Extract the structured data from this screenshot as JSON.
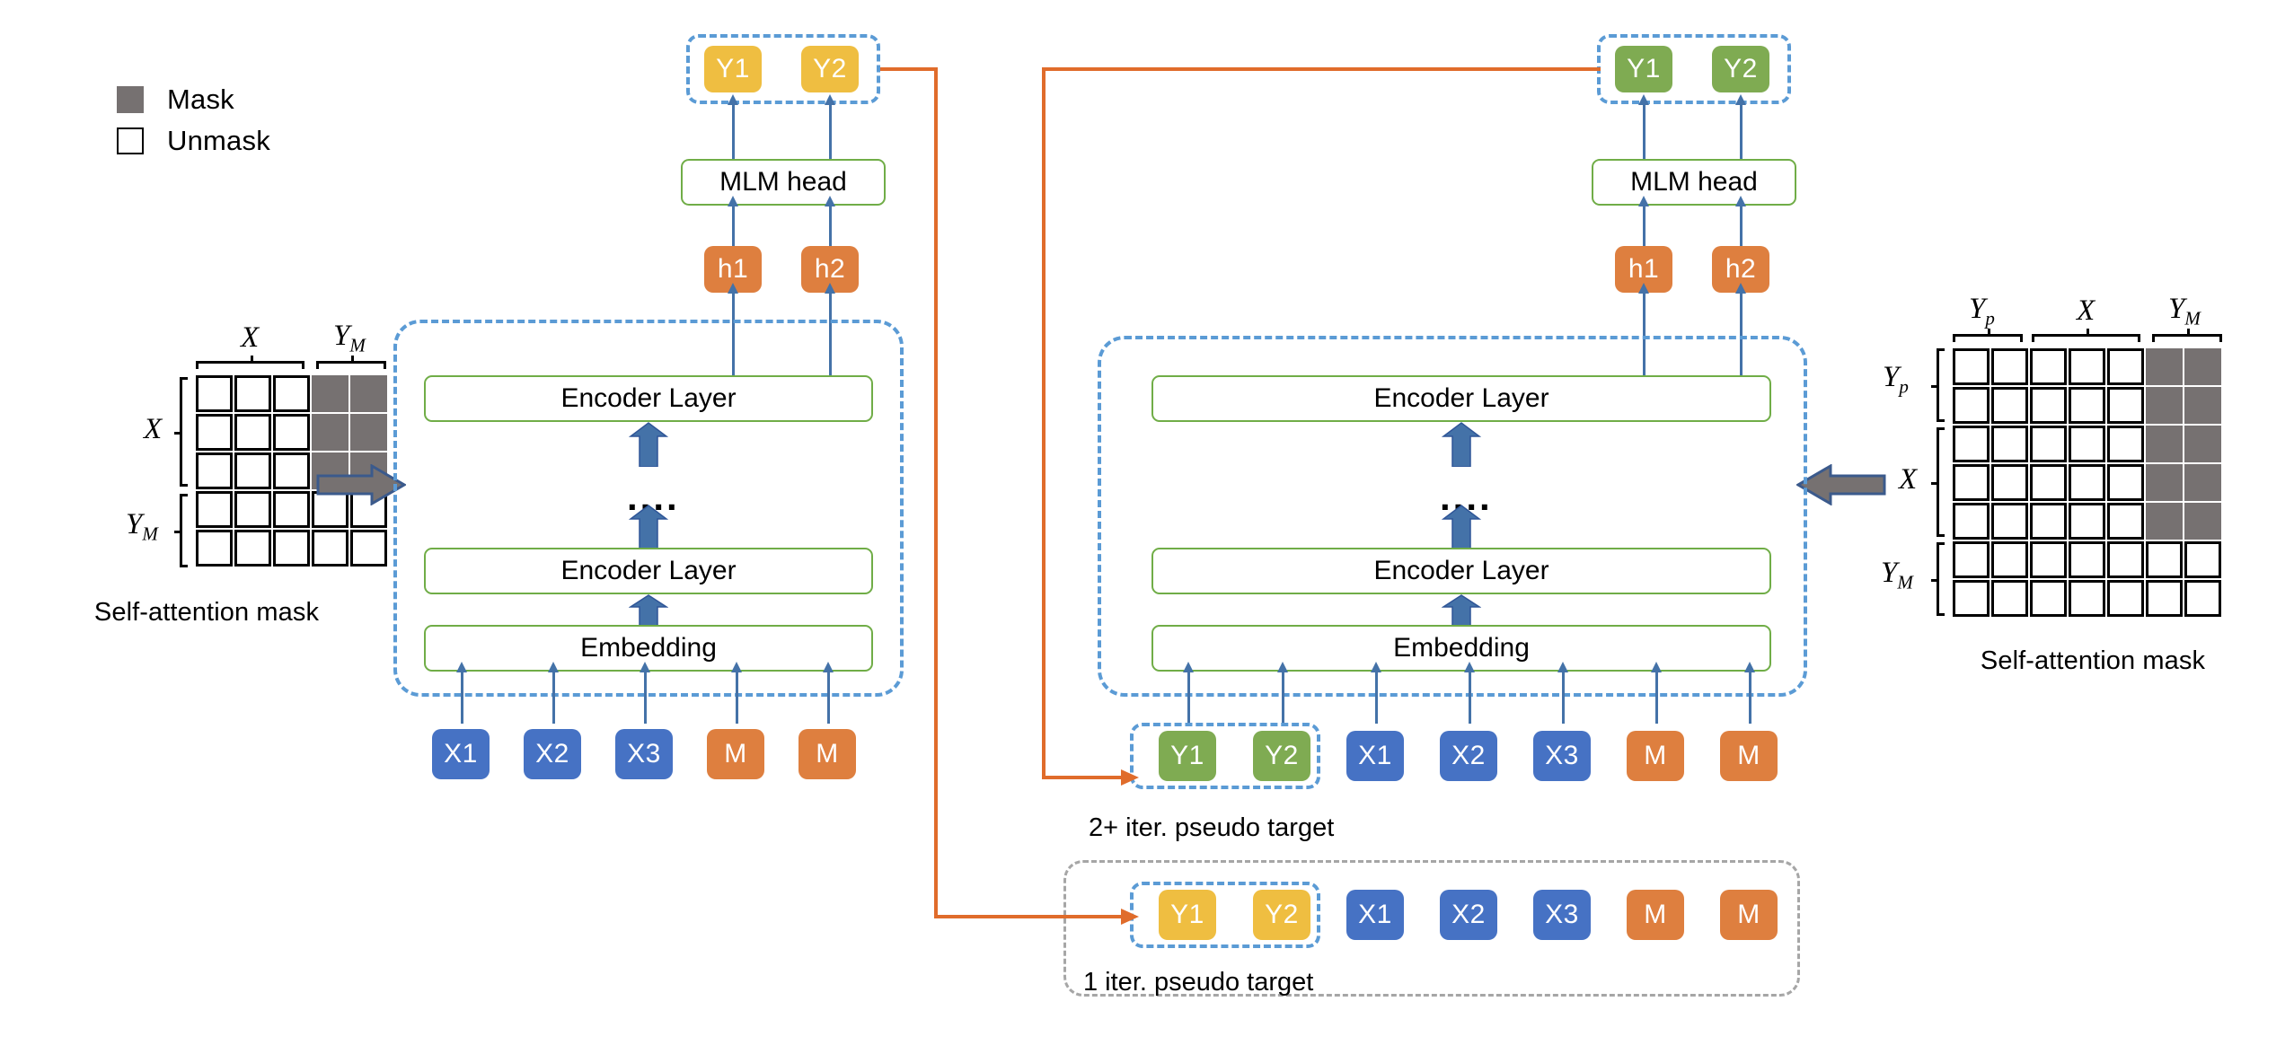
{
  "legend": {
    "items": [
      {
        "label": "Mask",
        "swatch": "filled-gray",
        "color": "#767171"
      },
      {
        "label": "Unmask",
        "swatch": "outlined-white",
        "color": "#FFFFFF"
      }
    ]
  },
  "colors": {
    "mask_gray": "#767171",
    "token_blue": "#4672C4",
    "token_orange": "#DE7F3F",
    "token_yellow": "#EFBE41",
    "token_green": "#7FAB52",
    "dashed_blue": "#5B9BD5",
    "box_green_border": "#70AD47",
    "connector_orange": "#E06C2B",
    "arrow_blue": "#4472A8",
    "dashed_gray": "#A6A6A6"
  },
  "left_mask": {
    "caption": "Self-attention mask",
    "col_groups": [
      {
        "label": "X",
        "span": 3
      },
      {
        "label": "Y_M",
        "span": 2
      }
    ],
    "row_groups": [
      {
        "label": "X",
        "span": 3
      },
      {
        "label": "Y_M",
        "span": 2
      }
    ],
    "rows": 5,
    "cols": 5,
    "cells": [
      [
        "u",
        "u",
        "u",
        "m",
        "m"
      ],
      [
        "u",
        "u",
        "u",
        "m",
        "m"
      ],
      [
        "u",
        "u",
        "u",
        "m",
        "m"
      ],
      [
        "u",
        "u",
        "u",
        "u",
        "u"
      ],
      [
        "u",
        "u",
        "u",
        "u",
        "u"
      ]
    ]
  },
  "right_mask": {
    "caption": "Self-attention mask",
    "col_groups": [
      {
        "label": "Y_p",
        "span": 2
      },
      {
        "label": "X",
        "span": 3
      },
      {
        "label": "Y_M",
        "span": 2
      }
    ],
    "row_groups": [
      {
        "label": "Y_p",
        "span": 2
      },
      {
        "label": "X",
        "span": 3
      },
      {
        "label": "Y_M",
        "span": 2
      }
    ],
    "rows": 7,
    "cols": 7,
    "cells": [
      [
        "u",
        "u",
        "u",
        "u",
        "u",
        "m",
        "m"
      ],
      [
        "u",
        "u",
        "u",
        "u",
        "u",
        "m",
        "m"
      ],
      [
        "u",
        "u",
        "u",
        "u",
        "u",
        "m",
        "m"
      ],
      [
        "u",
        "u",
        "u",
        "u",
        "u",
        "m",
        "m"
      ],
      [
        "u",
        "u",
        "u",
        "u",
        "u",
        "m",
        "m"
      ],
      [
        "u",
        "u",
        "u",
        "u",
        "u",
        "u",
        "u"
      ],
      [
        "u",
        "u",
        "u",
        "u",
        "u",
        "u",
        "u"
      ]
    ]
  },
  "left_model": {
    "outputs": [
      {
        "label": "Y1",
        "color": "yellow"
      },
      {
        "label": "Y2",
        "color": "yellow"
      }
    ],
    "mlm_head": "MLM head",
    "hidden": [
      {
        "label": "h1",
        "color": "orange"
      },
      {
        "label": "h2",
        "color": "orange"
      }
    ],
    "encoder_top": "Encoder Layer",
    "ellipsis": "....",
    "encoder_bottom": "Encoder Layer",
    "embedding": "Embedding",
    "inputs": [
      {
        "label": "X1",
        "color": "blue"
      },
      {
        "label": "X2",
        "color": "blue"
      },
      {
        "label": "X3",
        "color": "blue"
      },
      {
        "label": "M",
        "color": "orange"
      },
      {
        "label": "M",
        "color": "orange"
      }
    ]
  },
  "right_model": {
    "outputs": [
      {
        "label": "Y1",
        "color": "green"
      },
      {
        "label": "Y2",
        "color": "green"
      }
    ],
    "mlm_head": "MLM head",
    "hidden": [
      {
        "label": "h1",
        "color": "orange"
      },
      {
        "label": "h2",
        "color": "orange"
      }
    ],
    "encoder_top": "Encoder Layer",
    "ellipsis": "....",
    "encoder_bottom": "Encoder Layer",
    "embedding": "Embedding",
    "inputs": [
      {
        "label": "Y1",
        "color": "green"
      },
      {
        "label": "Y2",
        "color": "green"
      },
      {
        "label": "X1",
        "color": "blue"
      },
      {
        "label": "X2",
        "color": "blue"
      },
      {
        "label": "X3",
        "color": "blue"
      },
      {
        "label": "M",
        "color": "orange"
      },
      {
        "label": "M",
        "color": "orange"
      }
    ],
    "caption": "2+ iter. pseudo target"
  },
  "bottom_row": {
    "caption": "1 iter. pseudo target",
    "tokens": [
      {
        "label": "Y1",
        "color": "yellow"
      },
      {
        "label": "Y2",
        "color": "yellow"
      },
      {
        "label": "X1",
        "color": "blue"
      },
      {
        "label": "X2",
        "color": "blue"
      },
      {
        "label": "X3",
        "color": "blue"
      },
      {
        "label": "M",
        "color": "orange"
      },
      {
        "label": "M",
        "color": "orange"
      }
    ]
  }
}
